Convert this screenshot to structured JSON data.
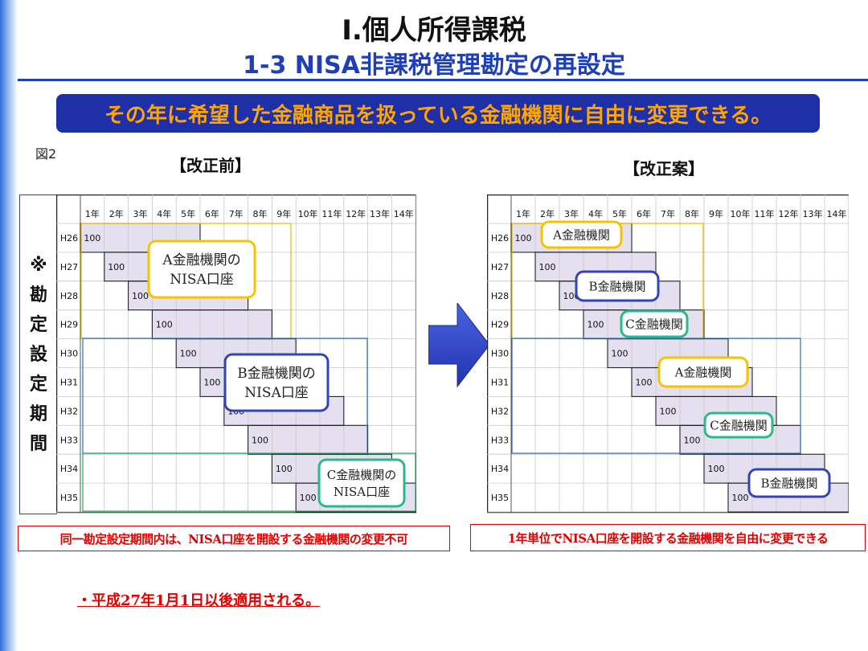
{
  "header": {
    "title": "Ⅰ.個人所得課税",
    "subtitle": "1-3  NISA非課税管理勘定の再設定"
  },
  "banner": {
    "text": "その年に希望した金融商品を扱っている金融機関に自由に変更できる。"
  },
  "figure_label": "図2",
  "side_label": [
    "※",
    "勘",
    "定",
    "設",
    "定",
    "期",
    "間"
  ],
  "colors": {
    "brand_blue": "#1f3fb8",
    "banner_bg": "#1e2fa8",
    "banner_text": "#ffa500",
    "cell_fill": "#e4e0f0",
    "a_institution": "#f5c400",
    "b_institution": "#3344b8",
    "c_institution": "#2bb88a",
    "note_red": "#e00000"
  },
  "grid": {
    "year_headers": [
      "1年",
      "2年",
      "3年",
      "4年",
      "5年",
      "6年",
      "7年",
      "8年",
      "9年",
      "10年",
      "11年",
      "12年",
      "13年",
      "14年"
    ],
    "period_rows": [
      "H26",
      "H27",
      "H28",
      "H29",
      "H30",
      "H31",
      "H32",
      "H33",
      "H34",
      "H35"
    ],
    "amount": "100"
  },
  "before": {
    "title": "【改正前】",
    "labels": [
      {
        "name": "label-a-institution",
        "lines": [
          "A金融機関の",
          "NISA口座"
        ],
        "color": "#f5c400"
      },
      {
        "name": "label-b-institution",
        "lines": [
          "B金融機関の",
          "NISA口座"
        ],
        "color": "#3344b8"
      },
      {
        "name": "label-c-institution",
        "lines": [
          "C金融機関の",
          "NISA口座"
        ],
        "color": "#2bb88a"
      }
    ],
    "note": "同一勘定設定期間内は、NISA口座を開設する金融機関の変更不可"
  },
  "after": {
    "title": "【改正案】",
    "labels": [
      {
        "name": "label-a-institution-1",
        "lines": [
          "A金融機関"
        ],
        "color": "#f5c400"
      },
      {
        "name": "label-b-institution-1",
        "lines": [
          "B金融機関"
        ],
        "color": "#3344b8"
      },
      {
        "name": "label-c-institution-1",
        "lines": [
          "C金融機関"
        ],
        "color": "#2bb88a"
      },
      {
        "name": "label-a-institution-2",
        "lines": [
          "A金融機関"
        ],
        "color": "#f5c400"
      },
      {
        "name": "label-c-institution-2",
        "lines": [
          "C金融機関"
        ],
        "color": "#2bb88a"
      },
      {
        "name": "label-b-institution-2",
        "lines": [
          "B金融機関"
        ],
        "color": "#3344b8"
      }
    ],
    "note": "1年単位でNISA口座を開設する金融機関を自由に変更できる"
  },
  "footer": {
    "text": "・平成27年1月1日以後適用される。"
  }
}
